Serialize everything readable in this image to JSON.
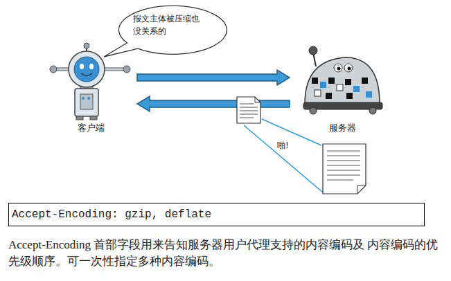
{
  "diagram": {
    "nodes": [
      {
        "text": [
          "报文主体被压缩也 没关系的"
        ]
      },
      {
        "text": [
          "客户端"
        ]
      },
      {
        "text": [
          "服务器"
        ]
      },
      {
        "text": [
          "Accept-Encoding: gzip, deflate"
        ]
      }
    ],
    "edges": [
      {
        "from": 1,
        "to": 2,
        "arrow": "to"
      },
      {
        "from": 2,
        "to": 1,
        "arrow": "to"
      }
    ],
    "labels": [
      "啪!",
      "Accept-Encoding 首部字段用来告知服务器用户代理支持的内容编码及 内容编码的优先级顺序。可一次性指定多种内容编码。"
    ]
  }
}
